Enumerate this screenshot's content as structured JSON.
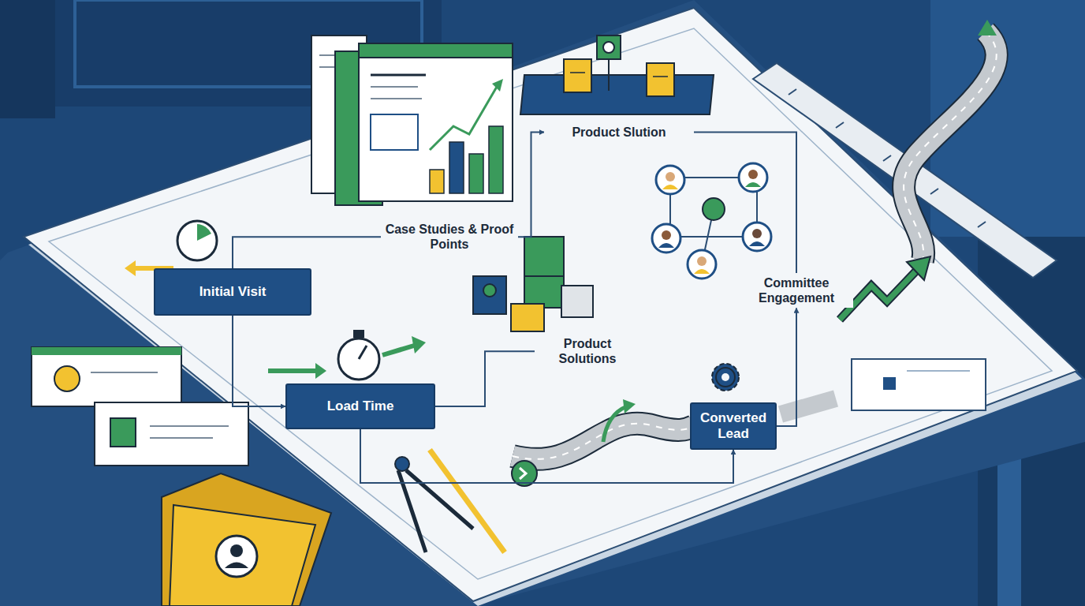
{
  "diagram": {
    "nodes": [
      {
        "text": [
          "Case Studies & Proof Points"
        ]
      },
      {
        "text": [
          "Product Slution"
        ]
      },
      {
        "text": [
          "Initial Visit"
        ]
      },
      {
        "text": [
          "Committee Engagement"
        ]
      },
      {
        "text": [
          "Product Solutions"
        ]
      },
      {
        "text": [
          "Load Time"
        ]
      },
      {
        "text": [
          "Converted Lead"
        ]
      }
    ],
    "edges": [
      {
        "from": 2,
        "to": 0,
        "arrow": "none"
      },
      {
        "from": 0,
        "to": 1,
        "arrow": "to"
      },
      {
        "from": 2,
        "to": 5,
        "arrow": "to"
      },
      {
        "from": 5,
        "to": 4,
        "arrow": "none"
      },
      {
        "from": 1,
        "to": 3,
        "arrow": "none"
      },
      {
        "from": 5,
        "to": 6,
        "arrow": "to"
      },
      {
        "from": 6,
        "to": 3,
        "arrow": "to"
      }
    ]
  }
}
